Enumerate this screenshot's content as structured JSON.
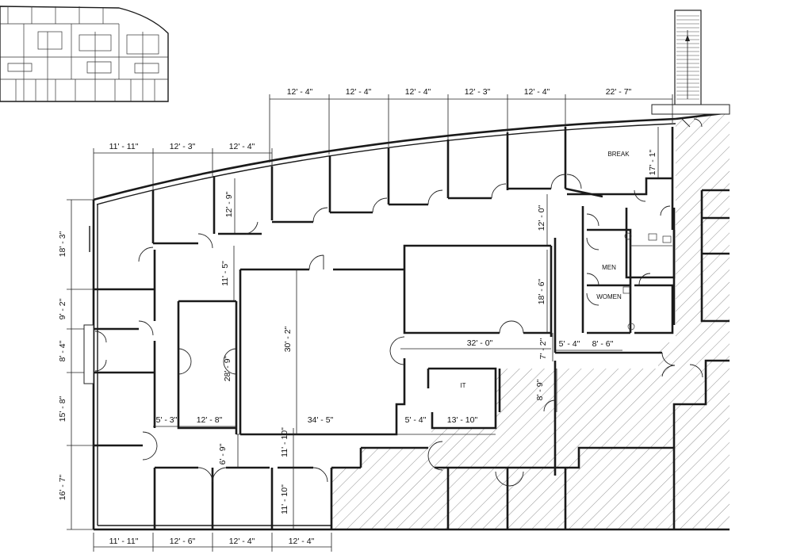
{
  "top_dims": [
    "11' - 11\"",
    "12' - 3\"",
    "12' - 4\"",
    "12' - 4\"",
    "12' - 4\"",
    "12' - 4\"",
    "12' - 3\"",
    "12' - 4\"",
    "22' - 7\""
  ],
  "bottom_dims": [
    "11' - 11\"",
    "12' - 6\"",
    "12' - 4\"",
    "12' - 4\""
  ],
  "left_dims": [
    "18' - 3\"",
    "9' - 2\"",
    "8' - 4\"",
    "15' - 8\"",
    "16' - 7\""
  ],
  "interior_dims": {
    "d_12_9": "12' - 9\"",
    "d_11_5": "11' - 5\"",
    "d_28_9": "28' - 9\"",
    "d_30_2": "30' - 2\"",
    "d_12_0": "12' - 0\"",
    "d_18_6": "18' - 6\"",
    "d_32_0": "32' - 0\"",
    "d_7_2": "7' - 2\"",
    "d_5_4a": "5' - 4\"",
    "d_8_6": "8' - 6\"",
    "d_17_1": "17' - 1\"",
    "d_8_9": "8' - 9\"",
    "d_5_3": "5' - 3\"",
    "d_12_8": "12' - 8\"",
    "d_34_5": "34' - 5\"",
    "d_5_4b": "5' - 4\"",
    "d_13_10": "13' - 10\"",
    "d_11_10a": "11' - 10\"",
    "d_6_9": "6' - 9\"",
    "d_11_10b": "11' - 10\""
  },
  "rooms": {
    "break": "BREAK",
    "men": "MEN",
    "women": "WOMEN",
    "it": "IT"
  }
}
